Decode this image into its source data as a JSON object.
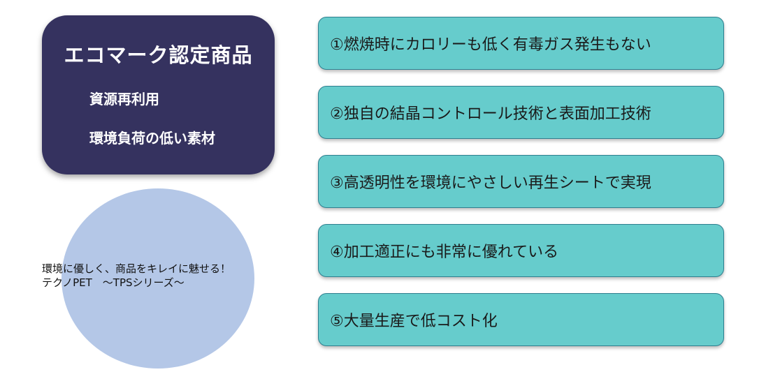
{
  "ecomark": {
    "title": "エコマーク認定商品",
    "points": [
      "資源再利用",
      "環境負荷の低い素材"
    ]
  },
  "tagline": {
    "line1": "環境に優しく、商品をキレイに魅せる！",
    "line2": "テクノPET　～TPSシリーズ～"
  },
  "features": [
    "①燃焼時にカロリーも低く有毒ガス発生もない",
    "②独自の結晶コントロール技術と表面加工技術",
    "③高透明性を環境にやさしい再生シートで実現",
    "④加工適正にも非常に優れている",
    "⑤大量生産で低コスト化"
  ],
  "colors": {
    "card": "#35325f",
    "circle": "#b4c7e7",
    "feature_fill": "#66cccc",
    "feature_border": "#2f7f8f"
  }
}
